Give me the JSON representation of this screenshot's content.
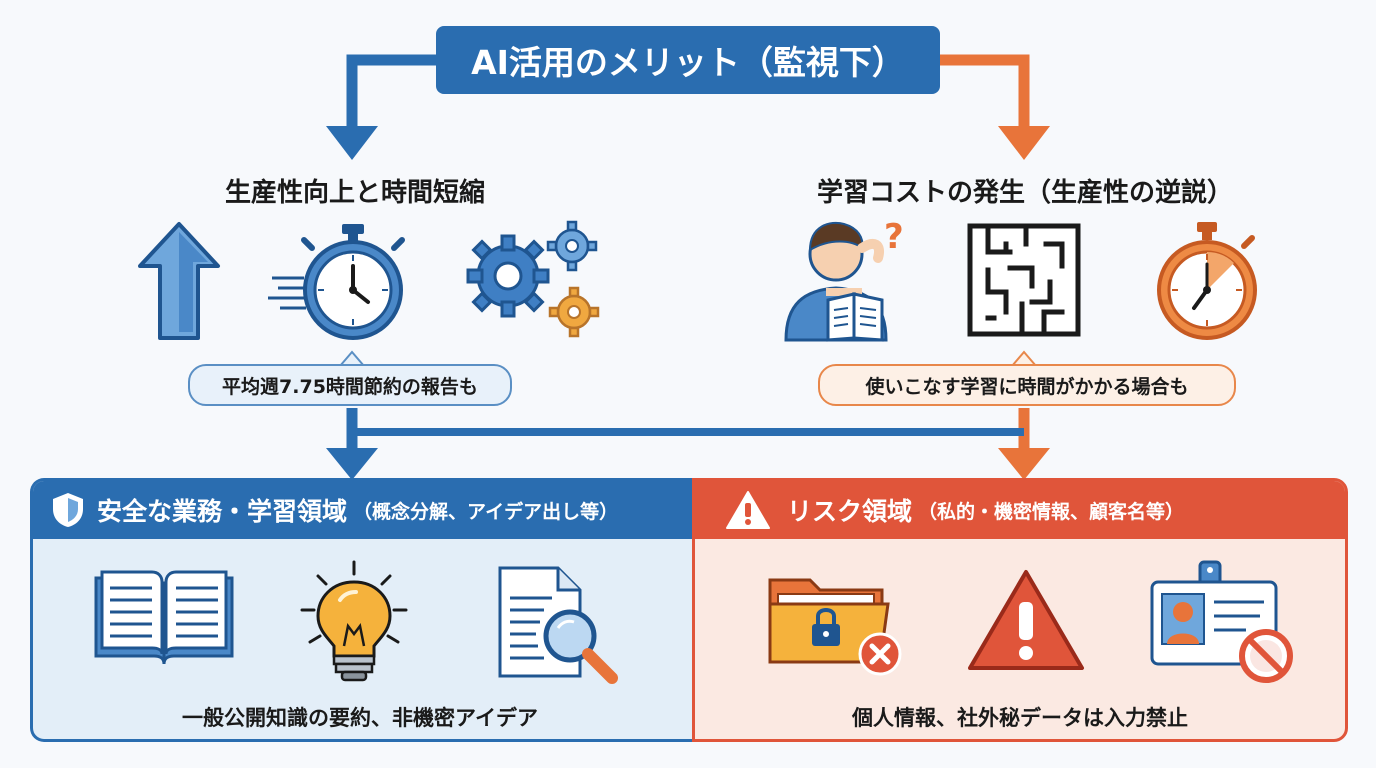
{
  "title": "AI活用のメリット（監視下）",
  "left_branch": {
    "heading": "生産性向上と時間短縮",
    "callout": "平均週7.75時間節約の報告も",
    "icons": [
      "up-arrow-icon",
      "stopwatch-icon",
      "gears-icon"
    ]
  },
  "right_branch": {
    "heading": "学習コストの発生（生産性の逆説）",
    "callout": "使いこなす学習に時間がかかる場合も",
    "icons": [
      "confused-reader-icon",
      "maze-icon",
      "timer-icon"
    ]
  },
  "safe_panel": {
    "title": "安全な業務・学習領域",
    "subtitle": "（概念分解、アイデア出し等）",
    "caption": "一般公開知識の要約、非機密アイデア",
    "icons": [
      "shield-icon",
      "open-book-icon",
      "lightbulb-icon",
      "document-search-icon"
    ]
  },
  "risk_panel": {
    "title": "リスク領域",
    "subtitle": "（私的・機密情報、顧客名等）",
    "caption": "個人情報、社外秘データは入力禁止",
    "icons": [
      "warning-icon",
      "locked-folder-icon",
      "warning-triangle-icon",
      "id-badge-prohibited-icon"
    ]
  },
  "colors": {
    "blue": "#2a6db0",
    "orange": "#e8743a",
    "red": "#e0553a",
    "safe_bg": "#e3eef8",
    "risk_bg": "#fbe9e2"
  }
}
